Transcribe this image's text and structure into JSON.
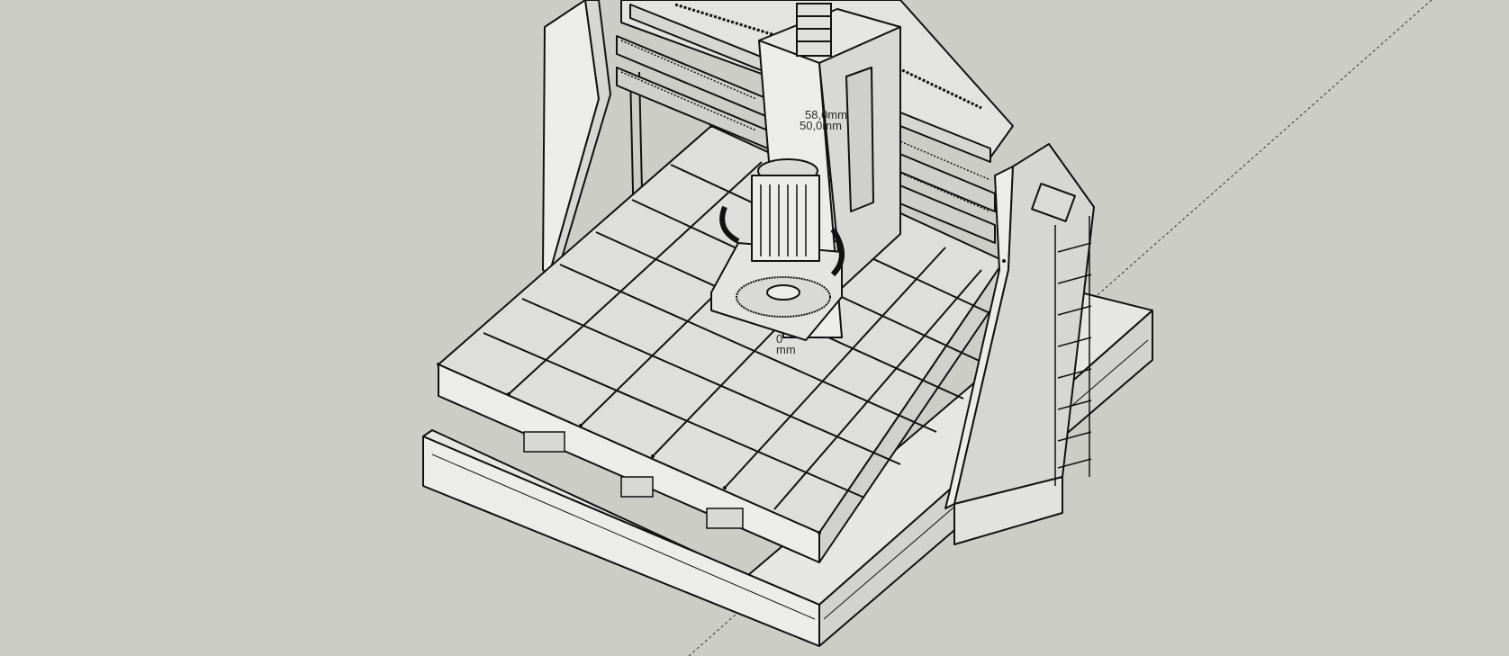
{
  "viewport": {
    "background_color": "#cdcdc8",
    "line_color": "#111111",
    "face_color_light": "#ececea",
    "face_color_mid": "#d9d9d6",
    "face_color_dark": "#bcbcb8"
  },
  "dimensions": {
    "upper_primary": "58,0mm",
    "upper_secondary": "50,0mm",
    "lower_primary": "0",
    "lower_secondary": "mm"
  },
  "icons": {
    "router_motor": "router-spindle-icon",
    "stepper_motor": "stepper-motor-icon"
  }
}
